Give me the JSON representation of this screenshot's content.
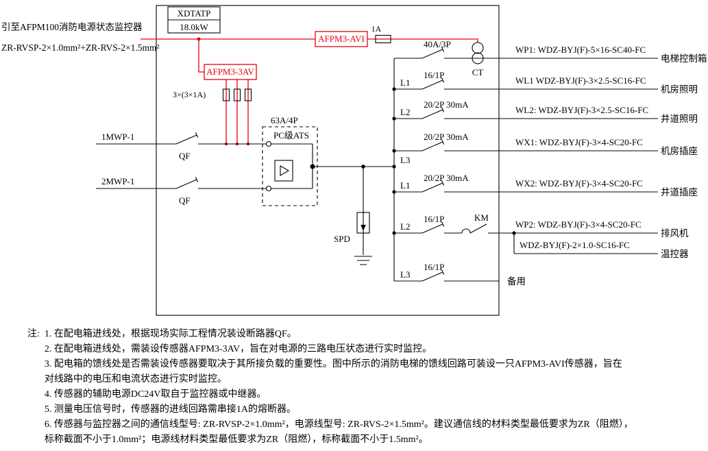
{
  "colors": {
    "wire": "#000000",
    "sensor_red": "#e60012",
    "background": "#ffffff"
  },
  "header": {
    "monitor_link": "引至AFPM100消防电源状态监控器",
    "monitor_cable": "ZR-RVSP-2×1.0mm²+ZR-RVS-2×1.5mm²",
    "panel_code": "XDTATP",
    "panel_power": "18.0kW"
  },
  "incoming": {
    "source1": "1MWP-1",
    "source2": "2MWP-1",
    "breaker1": "QF",
    "breaker2": "QF",
    "ats_rating": "63A/4P",
    "ats_type": "PC级ATS",
    "spd": "SPD"
  },
  "sensors": {
    "feeder_sensor": "AFPM3-AVI",
    "feeder_fuse": "1A",
    "incoming_sensor": "AFPM3-3AV",
    "incoming_fuses": "3×(3×1A)",
    "ct": "CT"
  },
  "branches": [
    {
      "phase": "",
      "breaker": "40A/3P",
      "cable": "WP1:  WDZ-BYJ(F)-5×16-SC40-FC",
      "load": "电梯控制箱"
    },
    {
      "phase": "L1",
      "breaker": "16/1P",
      "cable": "WL1  WDZ-BYJ(F)-3×2.5-SC16-FC",
      "load": "机房照明"
    },
    {
      "phase": "L2",
      "breaker": "20/2P 30mA",
      "cable": "WL2:  WDZ-BYJ(F)-3×2.5-SC16-FC",
      "load": "井道照明"
    },
    {
      "phase": "L3",
      "breaker": "20/2P 30mA",
      "cable": "WX1:  WDZ-BYJ(F)-3×4-SC20-FC",
      "load": "机房插座"
    },
    {
      "phase": "L1",
      "breaker": "20/2P 30mA",
      "cable": "WX2:  WDZ-BYJ(F)-3×4-SC20-FC",
      "load": "井道插座"
    },
    {
      "phase": "L2",
      "breaker": "16/1P",
      "contactor": "KM",
      "cable": "WP2:  WDZ-BYJ(F)-3×4-SC20-FC",
      "load": "排风机",
      "sub_cable": "WDZ-BYJ(F)-2×1.0-SC16-FC",
      "sub_load": "温控器"
    },
    {
      "phase": "L3",
      "breaker": "16/1P",
      "load": "备用"
    }
  ],
  "notes": {
    "label": "注:",
    "items": [
      "1. 在配电箱进线处，根据现场实际工程情况装设断路器QF。",
      "2. 在配电箱进线处，需装设传感器AFPM3-3AV，旨在对电源的三路电压状态进行实时监控。",
      "3. 配电箱的馈线处是否需装设传感器要取决于其所接负载的重要性。图中所示的消防电梯的馈线回路可装设一只AFPM3-AVI传感器，旨在\n对线路中的电压和电流状态进行实时监控。",
      "4. 传感器的辅助电源DC24V取自于监控器或中继器。",
      "5. 测量电压信号时，传感器的进线回路需串接1A的熔断器。",
      "6. 传感器与监控器之间的通信线型号: ZR-RVSP-2×1.0mm²，电源线型号: ZR-RVS-2×1.5mm²。建议通信线的材料类型最低要求为ZR（阻燃），\n标称截面不小于1.0mm²；电源线材料类型最低要求为ZR（阻燃），标称截面不小于1.5mm²。"
    ]
  }
}
